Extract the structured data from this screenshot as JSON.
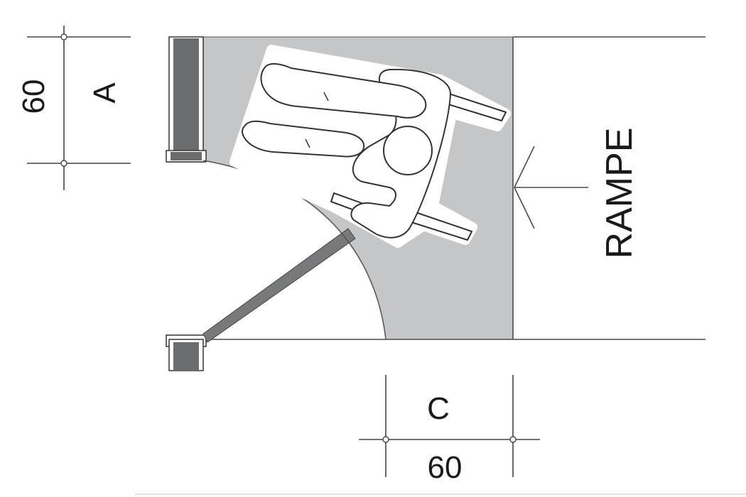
{
  "labels": {
    "dim_a_value": "60",
    "dim_a_letter": "A",
    "dim_c_letter": "C",
    "dim_c_value": "60",
    "rampe": "RAMPE"
  },
  "colors": {
    "landing_fill": "#c5c6c7",
    "wall_fill": "#6b6c6e",
    "door_leaf": "#77797b",
    "figure_fill": "#ffffff",
    "line": "#4a4a4a"
  },
  "icons": {
    "figure": "wheelchair-user-topview-icon",
    "arrow": "ramp-direction-arrow-icon"
  }
}
